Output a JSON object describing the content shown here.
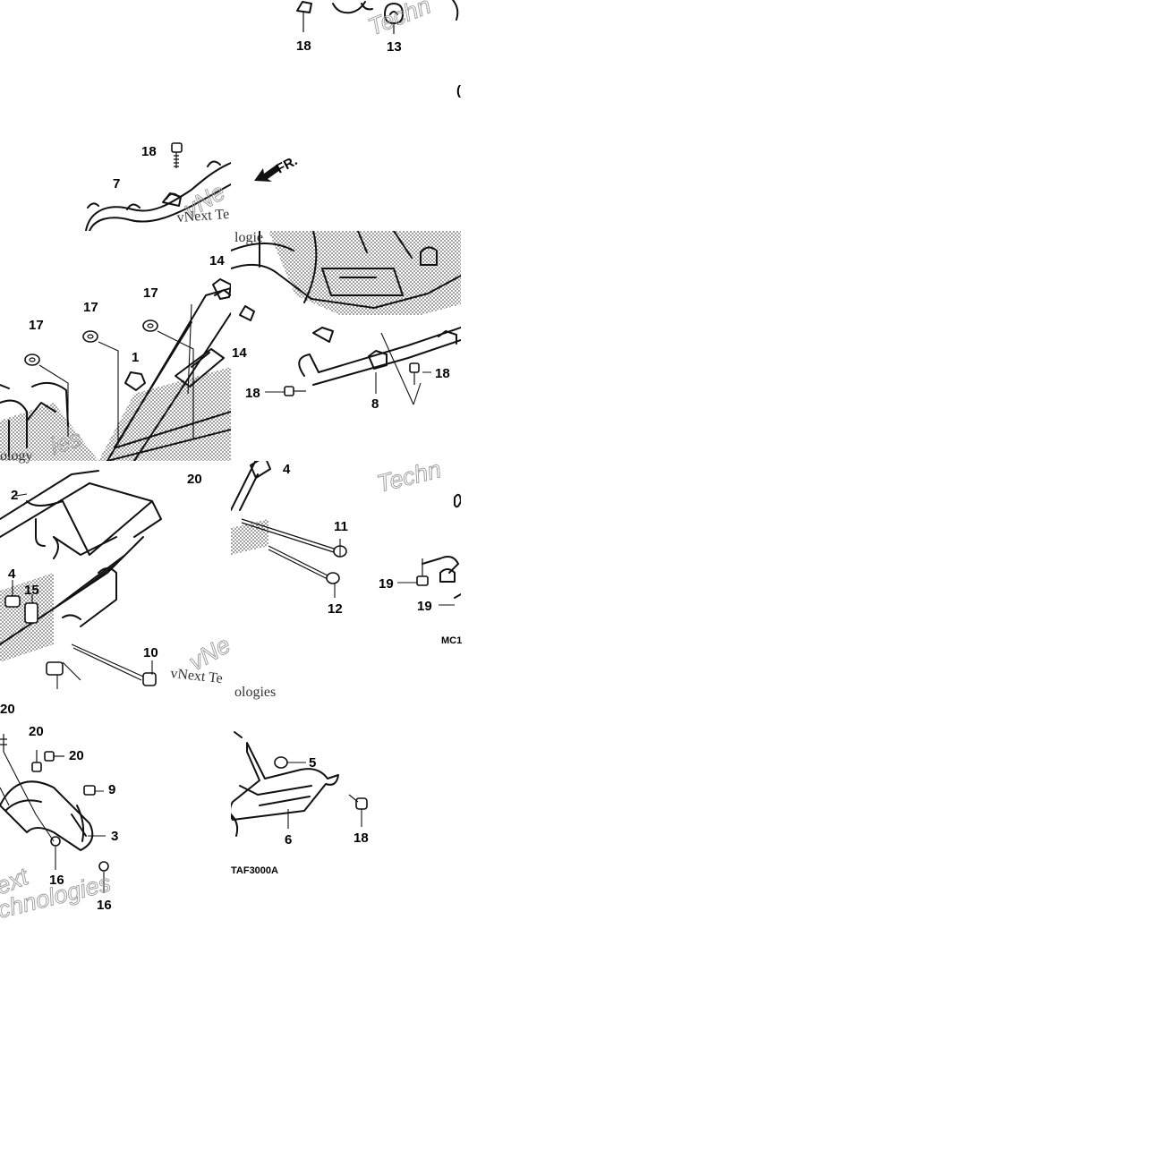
{
  "diagram": {
    "callouts": {
      "c_18_top": "18",
      "c_13": "13",
      "c_18_a": "18",
      "c_7": "7",
      "c_14_a": "14",
      "c_17_a": "17",
      "c_17_b": "17",
      "c_17_c": "17",
      "c_1": "1",
      "c_14_b": "14",
      "c_18_b": "18",
      "c_18_c": "18",
      "c_8": "8",
      "c_2": "2",
      "c_20_a": "20",
      "c_4_a": "4",
      "c_11": "11",
      "c_12": "12",
      "c_19_a": "19",
      "c_19_b": "19",
      "c_4_b": "4",
      "c_15": "15",
      "c_10": "10",
      "c_20_b": "20",
      "c_20_c": "20",
      "c_20_d": "20",
      "c_9": "9",
      "c_5": "5",
      "c_3": "3",
      "c_6": "6",
      "c_18_d": "18",
      "c_16_a": "16",
      "c_16_b": "16"
    },
    "direction_label": "FR.",
    "code_left": "TAF3000A",
    "code_right": "MC1",
    "partial_glyph": "(",
    "watermarks": {
      "w1": "Techn",
      "w2": "vNe",
      "w3": "vNext Te",
      "w4": "logie",
      "w5": "ies",
      "w6": "ology",
      "w7": "Techn",
      "w8": "vNe",
      "w9": "vNext Te",
      "w10": "ologies",
      "w11": "ext",
      "w12": "chnologies"
    },
    "accent_color": "#000000",
    "watermark_color": "#9a9a9a"
  }
}
